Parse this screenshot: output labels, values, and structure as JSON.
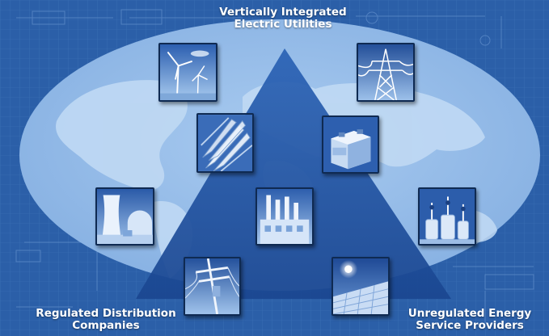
{
  "captions": {
    "top": [
      "Vertically Integrated",
      "Electric Utilities"
    ],
    "left": [
      "Regulated Distribution",
      "Companies"
    ],
    "right": [
      "Unregulated Energy",
      "Service Providers"
    ]
  },
  "colors": {
    "background": "#2b5fa8",
    "grid_line": "#4f82c4",
    "ellipse": "#9ec2ea",
    "continents": "#bcd6f2",
    "triangle": "#1d4e9c",
    "caption_text": "#ffffff"
  },
  "tiles": [
    {
      "id": "wind",
      "icon": "wind-turbines-icon"
    },
    {
      "id": "power-lines",
      "icon": "transmission-tower-icon"
    },
    {
      "id": "turbine-blades",
      "icon": "turbine-blades-icon"
    },
    {
      "id": "battery",
      "icon": "battery-icon"
    },
    {
      "id": "nuclear-plant",
      "icon": "nuclear-plant-icon"
    },
    {
      "id": "factory",
      "icon": "factory-icon"
    },
    {
      "id": "transformer",
      "icon": "transformer-icon"
    },
    {
      "id": "utility-pole",
      "icon": "utility-pole-icon"
    },
    {
      "id": "solar-panel",
      "icon": "solar-panel-icon"
    }
  ]
}
